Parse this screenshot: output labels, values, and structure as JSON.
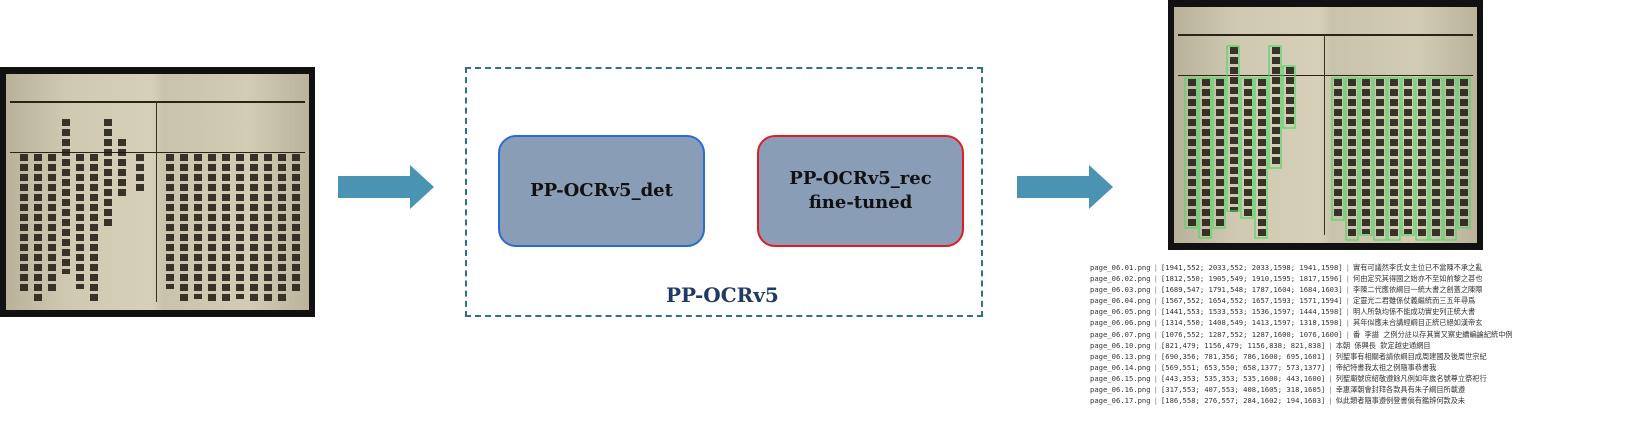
{
  "pipeline": {
    "system_label": "PP-OCRv5",
    "modules": [
      {
        "label": "PP-OCRv5_det"
      },
      {
        "label": "PP-OCRv5_rec",
        "sublabel": "fine-tuned"
      }
    ]
  },
  "colors": {
    "arrow": "#4b93b3",
    "module_fill": "#8a9db6",
    "det_border": "#2a6bd1",
    "rec_border": "#e01b24",
    "dashed_border": "#2f6f96",
    "system_label": "#1f3a64",
    "detection_box": "#4cd964"
  },
  "output": {
    "rows": [
      {
        "file": "page_06.01.png",
        "coords": "[1941,552; 2033,552; 2033,1598; 1941,1598]",
        "text": "實有可議然李氏女主位已不當陳不承之亂"
      },
      {
        "file": "page_06.02.png",
        "coords": "[1812,550; 1905,549; 1910,1595; 1817,1596]",
        "text": "何由定究其得國之始亦不至如前黎之甚也"
      },
      {
        "file": "page_06.03.png",
        "coords": "[1689,547; 1791,548; 1787,1604; 1684,1603]",
        "text": "李陳二代應依綱目一統大書之創蓋之陳際"
      },
      {
        "file": "page_06.04.png",
        "coords": "[1567,552; 1654,552; 1657,1593; 1571,1594]",
        "text": "定靈光二君雖係仗義繼統而三五年尋爲"
      },
      {
        "file": "page_06.05.png",
        "coords": "[1441,553; 1533,553; 1536,1597; 1444,1598]",
        "text": "明人所執均係不能成功實史列正統大書"
      },
      {
        "file": "page_06.06.png",
        "coords": "[1314,550; 1408,549; 1413,1597; 1318,1598]",
        "text": "其年似應未合講經綱目正統已絕如漢帝玄"
      },
      {
        "file": "page_06.07.png",
        "coords": "[1076,552; 1287,552; 1287,1600; 1076,1600]",
        "text": "番 李謚 之例分註以存其實又察史續編論紀統中例"
      },
      {
        "file": "page_06.10.png",
        "coords": "[821,479; 1156,479; 1156,838; 821,838]",
        "text": "本朝 係興長 欽定越史通網目"
      },
      {
        "file": "page_06.13.png",
        "coords": "[690,356; 781,356; 786,1600; 695,1601]",
        "text": "列聖事有相關者請依綱目成周建國及後周世宗紀"
      },
      {
        "file": "page_06.14.png",
        "coords": "[569,551; 653,550; 658,1377; 573,1377]",
        "text": "帝紀特書我太祖之例隨事恭書我"
      },
      {
        "file": "page_06.15.png",
        "coords": "[443,353; 535,353; 535,1600; 443,1600]",
        "text": "列聖廟號庶紹敬遵餘凡例如年歲名號尊立祭祀行"
      },
      {
        "file": "page_06.16.png",
        "coords": "[317,553; 407,553; 408,1605; 318,1605]",
        "text": "幸惠澤朝會封拜各款具有朱子綱目所載遵"
      },
      {
        "file": "page_06.17.png",
        "coords": "[186,558; 276,557; 284,1602; 194,1603]",
        "text": "似此類者隨事遵例登書倘有鑑辨何款及未"
      }
    ]
  }
}
